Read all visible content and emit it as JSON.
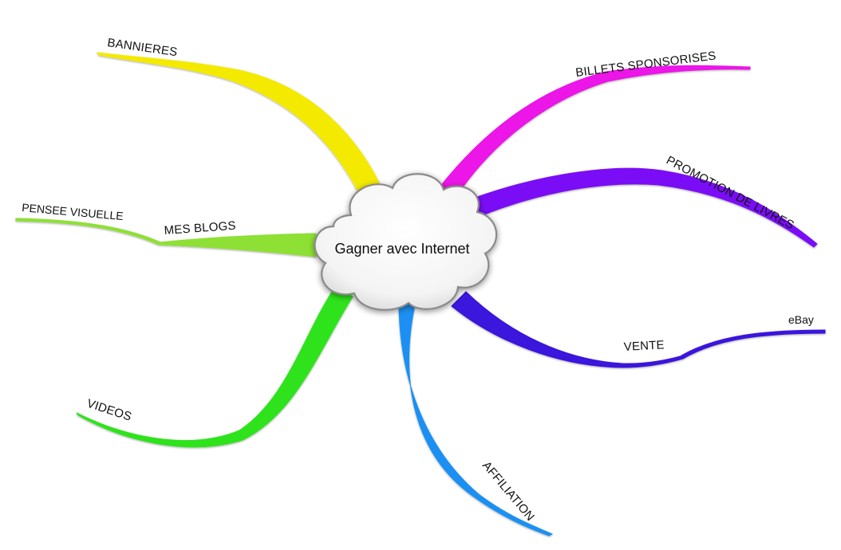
{
  "central_topic": "Gagner avec Internet",
  "branches": [
    {
      "label": "BANNIERES",
      "color": "#f4ea00"
    },
    {
      "label": "BILLETS SPONSORISES",
      "color": "#ec12e8"
    },
    {
      "label": "PROMOTION DE LIVRES",
      "color": "#7a10f5"
    },
    {
      "label": "MES BLOGS",
      "color": "#8ee034",
      "children": [
        {
          "label": "PENSEE VISUELLE",
          "color": "#8ee034"
        }
      ]
    },
    {
      "label": "VENTE",
      "color": "#3a12dc",
      "children": [
        {
          "label": "eBay",
          "color": "#3a12dc"
        }
      ]
    },
    {
      "label": "VIDEOS",
      "color": "#2ee31c"
    },
    {
      "label": "AFFILIATION",
      "color": "#1e90f2"
    }
  ]
}
